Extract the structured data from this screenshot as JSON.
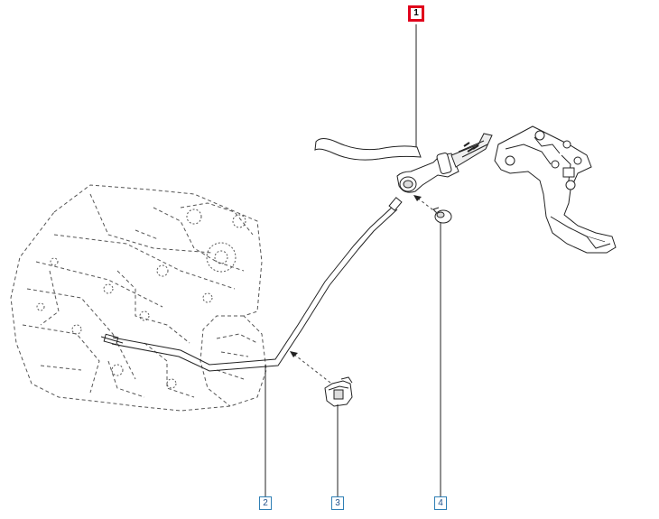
{
  "callouts": [
    {
      "id": "1",
      "label": "1",
      "highlighted": true
    },
    {
      "id": "2",
      "label": "2",
      "highlighted": false
    },
    {
      "id": "3",
      "label": "3",
      "highlighted": false
    },
    {
      "id": "4",
      "label": "4",
      "highlighted": false
    }
  ],
  "colors": {
    "highlight_border": "#e0001b",
    "callout_border": "#2f7fb5",
    "line": "#333333",
    "dashed": "#555555"
  }
}
